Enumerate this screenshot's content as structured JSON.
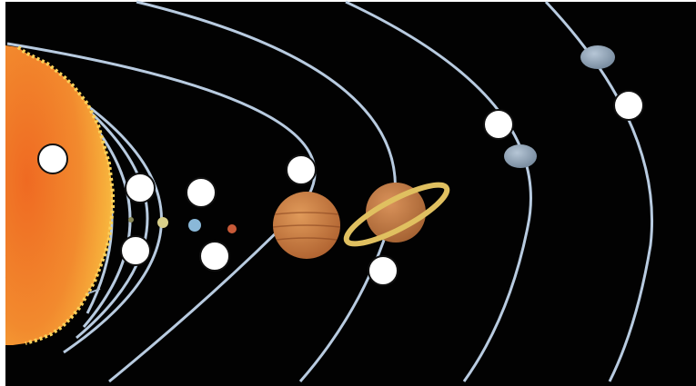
{
  "colors": {
    "space": "#020202",
    "orbit": "#b8cbe0",
    "sun_core": "#f07a28",
    "sun_edge": "#f8bd3e",
    "label_fill": "#ffffff",
    "label_border": "#111111"
  },
  "bodies": [
    {
      "name": "sun",
      "color": "#f39a35"
    },
    {
      "name": "mercury",
      "color": "#8a8a5a"
    },
    {
      "name": "venus",
      "color": "#d8cf8a"
    },
    {
      "name": "earth",
      "color": "#8ab8d8"
    },
    {
      "name": "mars",
      "color": "#c85a38"
    },
    {
      "name": "jupiter",
      "color": "#c8763e"
    },
    {
      "name": "saturn",
      "color": "#c07840",
      "ring_color": "#e0c060"
    },
    {
      "name": "uranus",
      "color": "#8aa0b8"
    },
    {
      "name": "neptune",
      "color": "#8aa0b8"
    }
  ],
  "answer_blanks": [
    {
      "id": "sun",
      "value": ""
    },
    {
      "id": "mercury-venus-top",
      "value": ""
    },
    {
      "id": "earth-top",
      "value": ""
    },
    {
      "id": "mercury-bottom",
      "value": ""
    },
    {
      "id": "mars-bottom",
      "value": ""
    },
    {
      "id": "jupiter",
      "value": ""
    },
    {
      "id": "saturn",
      "value": ""
    },
    {
      "id": "uranus",
      "value": ""
    },
    {
      "id": "neptune",
      "value": ""
    }
  ]
}
